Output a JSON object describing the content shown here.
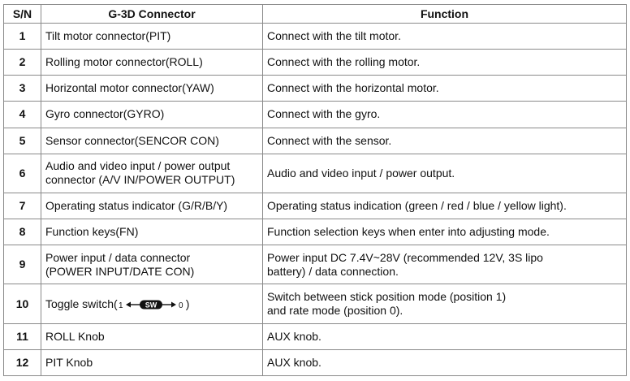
{
  "headers": {
    "sn": "S/N",
    "connector": "G-3D Connector",
    "function": "Function"
  },
  "rows": [
    {
      "sn": "1",
      "connector": [
        "Tilt motor connector(PIT)"
      ],
      "function": [
        "Connect with the tilt motor."
      ]
    },
    {
      "sn": "2",
      "connector": [
        "Rolling motor connector(ROLL)"
      ],
      "function": [
        "Connect with the rolling motor."
      ]
    },
    {
      "sn": "3",
      "connector": [
        "Horizontal motor connector(YAW)"
      ],
      "function": [
        "Connect with the horizontal motor."
      ]
    },
    {
      "sn": "4",
      "connector": [
        "Gyro connector(GYRO)"
      ],
      "function": [
        "Connect with the gyro."
      ]
    },
    {
      "sn": "5",
      "connector": [
        "Sensor connector(SENCOR CON)"
      ],
      "function": [
        "Connect with the sensor."
      ]
    },
    {
      "sn": "6",
      "connector": [
        "Audio and video input / power output",
        "connector (A/V IN/POWER OUTPUT)"
      ],
      "function": [
        "Audio and video input / power output."
      ]
    },
    {
      "sn": "7",
      "connector": [
        "Operating status indicator (G/R/B/Y)"
      ],
      "function": [
        "Operating status indication (green / red / blue / yellow light)."
      ]
    },
    {
      "sn": "8",
      "connector": [
        "Function keys(FN)"
      ],
      "function": [
        "Function selection keys when enter into adjusting mode."
      ]
    },
    {
      "sn": "9",
      "connector": [
        "Power input / data connector",
        "(POWER INPUT/DATE CON)"
      ],
      "function": [
        "Power input DC 7.4V~28V (recommended 12V, 3S lipo",
        "battery) / data connection."
      ]
    },
    {
      "sn": "10",
      "connector": [],
      "function": [
        "Switch between stick position mode (position 1)",
        "and rate mode (position 0)."
      ]
    },
    {
      "sn": "11",
      "connector": [
        "ROLL Knob"
      ],
      "function": [
        "AUX knob."
      ]
    },
    {
      "sn": "12",
      "connector": [
        "PIT Knob"
      ],
      "function": [
        "AUX knob."
      ]
    }
  ],
  "toggle": {
    "prefix": "Toggle switch(",
    "left": "1",
    "badge": "SW",
    "right": "0",
    "suffix": ")"
  }
}
